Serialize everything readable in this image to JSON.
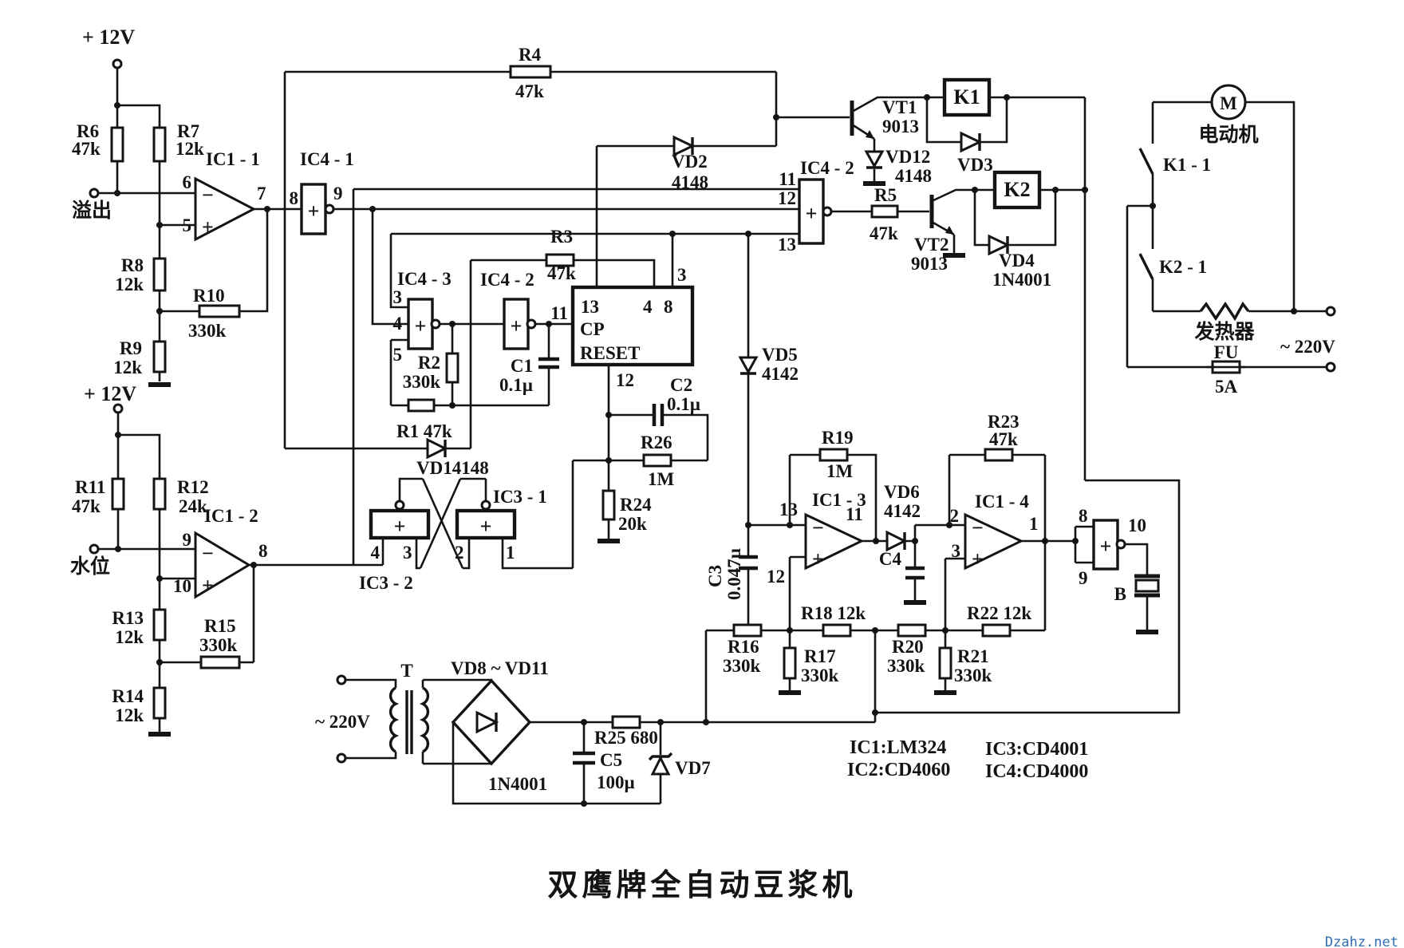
{
  "title": "双鹰牌全自动豆浆机",
  "watermark": "Dzahz.net",
  "parts_list": {
    "ic1": "IC1:LM324",
    "ic2": "IC2:CD4060",
    "ic3": "IC3:CD4001",
    "ic4": "IC4:CD4000"
  },
  "labels": {
    "v12": "+ 12V",
    "mains": "~ 220V",
    "overflow": "溢出",
    "water_level": "水位",
    "motor": "M",
    "motor_name": "电动机",
    "heater": "发热器",
    "fuse": "FU",
    "fuse_rating": "5A",
    "buzzer": "B",
    "transformer": "T",
    "cp": "CP",
    "reset": "RESET",
    "plus": "+",
    "minus": "−",
    "n1": "1",
    "n2": "2",
    "n3": "3",
    "n4": "4",
    "n5": "5",
    "n6": "6",
    "n7": "7",
    "n8": "8",
    "n9": "9",
    "n10": "10",
    "n11": "11",
    "n12": "12",
    "n13": "13",
    "ic11": "IC1 - 1",
    "ic12": "IC1 - 2",
    "ic13": "IC1 - 3",
    "ic14": "IC1 - 4",
    "ic31": "IC3 - 1",
    "ic32": "IC3 - 2",
    "ic41": "IC4 - 1",
    "ic42": "IC4 - 2",
    "ic43": "IC4 - 3",
    "k1": "K1",
    "k2": "K2",
    "k11": "K1 - 1",
    "k21": "K2 - 1",
    "vt1": "VT1",
    "vt1_type": "9013",
    "vt2": "VT2",
    "vt2_type": "9013",
    "vd1": "VD14148",
    "vd2": "VD2",
    "vd2_type": "4148",
    "vd3": "VD3",
    "vd4": "VD4",
    "vd4_type": "1N4001",
    "vd5": "VD5",
    "vd5_type": "4142",
    "vd6": "VD6",
    "vd6_type": "4142",
    "vd7": "VD7",
    "vd8_11": "VD8 ~ VD11",
    "vd8_11_type": "1N4001",
    "vd12": "VD12",
    "vd12_type": "4148",
    "r1": "R1 47k",
    "r2": "R2",
    "r2v": "330k",
    "r3": "R3",
    "r3v": "47k",
    "r4": "R4",
    "r4v": "47k",
    "r5": "R5",
    "r5v": "47k",
    "r6": "R6",
    "r6v": "47k",
    "r7": "R7",
    "r7v": "12k",
    "r8": "R8",
    "r8v": "12k",
    "r9": "R9",
    "r9v": "12k",
    "r10": "R10",
    "r10v": "330k",
    "r11": "R11",
    "r11v": "47k",
    "r12": "R12",
    "r12v": "24k",
    "r13": "R13",
    "r13v": "12k",
    "r14": "R14",
    "r14v": "12k",
    "r15": "R15",
    "r15v": "330k",
    "r16": "R16",
    "r16v": "330k",
    "r17": "R17",
    "r17v": "330k",
    "r18": "R18 12k",
    "r19": "R19",
    "r19v": "1M",
    "r20": "R20",
    "r20v": "330k",
    "r21": "R21",
    "r21v": "330k",
    "r22": "R22 12k",
    "r23": "R23",
    "r23v": "47k",
    "r24": "R24",
    "r24v": "20k",
    "r25": "R25 680",
    "r26": "R26",
    "r26v": "1M",
    "c1": "C1",
    "c1v": "0.1µ",
    "c2": "C2",
    "c2v": "0.1µ",
    "c3": "C3",
    "c3v": "0.047µ",
    "c4": "C4",
    "c5": "C5",
    "c5v": "100µ"
  }
}
